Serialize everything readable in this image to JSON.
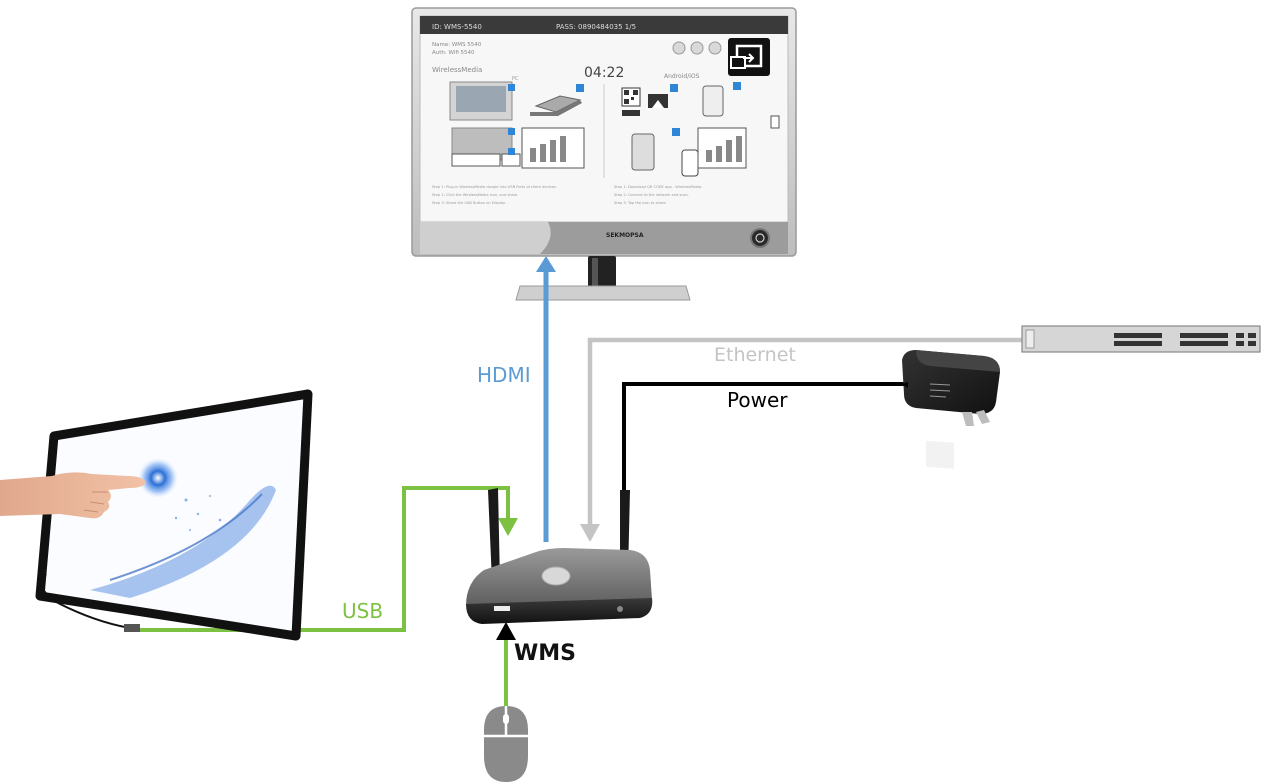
{
  "monitor": {
    "top_left_id": "ID: WMS-5540",
    "top_code": "PASS: 0890484035 1/5",
    "line1": "Name: WMS 5540",
    "line2": "Auth: Wifi 5540",
    "section_left": "WirelessMedia",
    "section_pc": "PC",
    "timer": "04:22",
    "section_right": "Android/iOS",
    "note_left_1": "Step 1: Plug-in WirelessMedia dongle into USB Ports of client devices.",
    "note_left_2": "Step 2: Click the WirelessMedia icon, and share.",
    "note_left_3": "Step 3: Share the USB Button on Display.",
    "note_right_1": "Step 1: Download QR CODE app - WirelessMedia.",
    "note_right_2": "Step 2: Connect to the network and scan.",
    "note_right_3": "Step 3: Tap the icon to share.",
    "brand": "SEKMOPSA"
  },
  "labels": {
    "hdmi": "HDMI",
    "ethernet": "Ethernet",
    "power": "Power",
    "usb": "USB",
    "wms": "WMS"
  },
  "colors": {
    "hdmi": "#5b9bd5",
    "ethernet": "#c4c4c4",
    "power": "#000000",
    "usb": "#7cc142",
    "touch_glow": "#2b6fd6",
    "wave": "#7aa4e6"
  },
  "icons": [
    "touchscreen",
    "hand",
    "router",
    "mouse",
    "power-adapter",
    "network-switch",
    "cast-icon",
    "monitor"
  ]
}
